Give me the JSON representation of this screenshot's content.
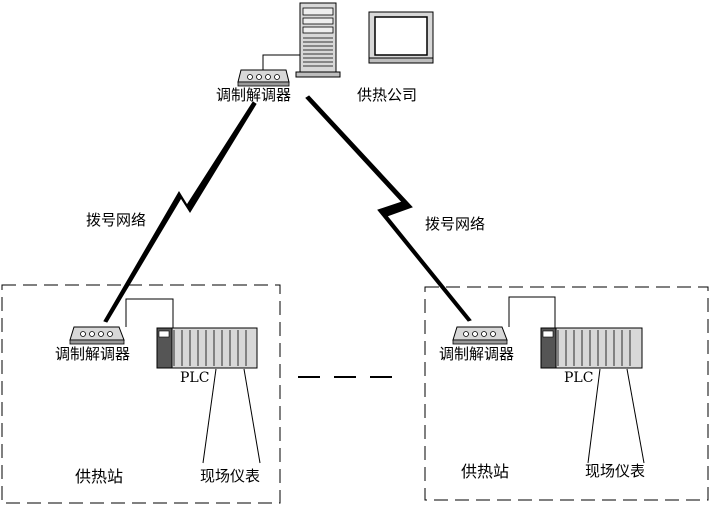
{
  "company": {
    "modem_label": "调制解调器",
    "label": "供热公司"
  },
  "links": {
    "left_label": "拨号网络",
    "right_label": "拨号网络"
  },
  "stations": [
    {
      "modem_label": "调制解调器",
      "plc_label": "PLC",
      "station_label": "供热站",
      "instruments_label": "现场仪表"
    },
    {
      "modem_label": "调制解调器",
      "plc_label": "PLC",
      "station_label": "供热站",
      "instruments_label": "现场仪表"
    }
  ],
  "icons": {
    "server": "server-tower-icon",
    "monitor": "crt-monitor-icon",
    "modem": "modem-icon",
    "plc": "plc-rack-icon"
  },
  "colors": {
    "line": "#000000",
    "device_fill": "#d8d8d8",
    "device_dark": "#555555",
    "background": "#ffffff"
  }
}
